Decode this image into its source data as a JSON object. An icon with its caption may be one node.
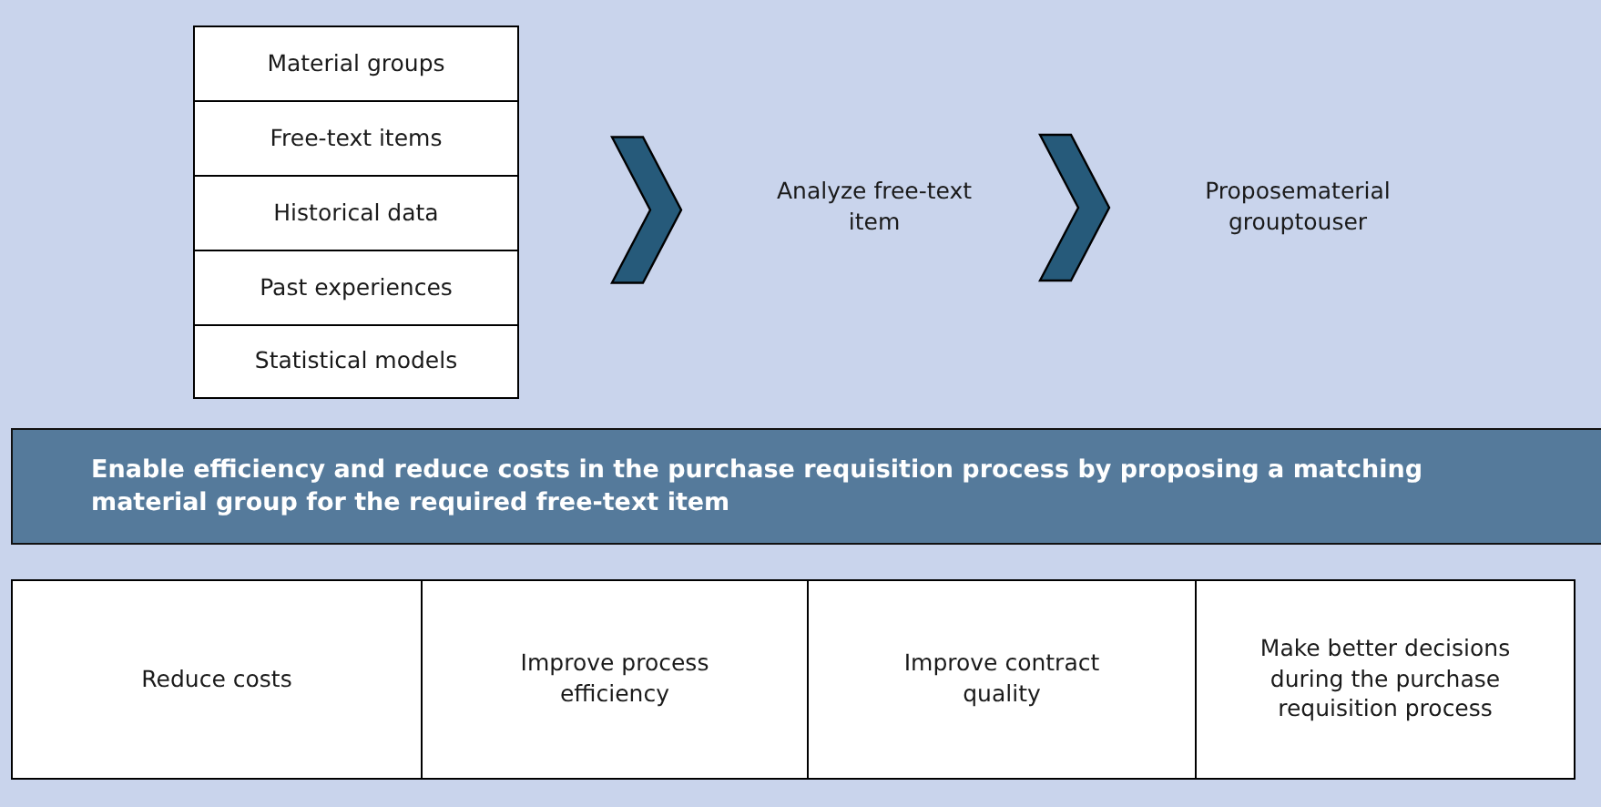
{
  "diagram": {
    "nodes": [
      {
        "text": [],
        "shape": "box"
      },
      {
        "text": [
          "Material groups"
        ],
        "in": 0
      },
      {
        "text": [
          "Free-text items"
        ],
        "in": 0
      },
      {
        "text": [
          "Historical data"
        ],
        "in": 0
      },
      {
        "text": [
          "Past experiences"
        ],
        "in": 0
      },
      {
        "text": [
          "Statistical models"
        ],
        "in": 0
      },
      {
        "text": [
          "Analyze free-text item"
        ]
      },
      {
        "text": [
          "Proposematerial grouptouser"
        ]
      },
      {
        "text": [
          "Enable efficiency and reduce costs in the purchase requisition process by proposing a matching material group for the required free-text item"
        ]
      },
      {
        "text": [
          "Reduce costs"
        ]
      },
      {
        "text": [
          "Improve process efficiency"
        ]
      },
      {
        "text": [
          "Improve contract quality"
        ]
      },
      {
        "text": [
          "Make better decisions during the purchase requisition process"
        ]
      }
    ],
    "edges": [
      {
        "from": 0,
        "to": 6,
        "arrow": "to"
      },
      {
        "from": 6,
        "to": 7,
        "arrow": "to"
      }
    ]
  }
}
